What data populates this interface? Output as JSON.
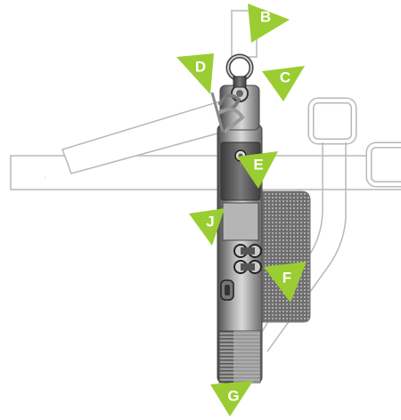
{
  "diagram": {
    "callouts": [
      {
        "id": "B",
        "label": "B"
      },
      {
        "id": "C",
        "label": "C"
      },
      {
        "id": "D",
        "label": "D"
      },
      {
        "id": "E",
        "label": "E"
      },
      {
        "id": "F",
        "label": "F"
      },
      {
        "id": "G",
        "label": "G"
      },
      {
        "id": "J",
        "label": "J"
      }
    ],
    "colors": {
      "callout_green": "#9acd32",
      "outline": "#b8b8b8",
      "body_dark": "#5a5a5a",
      "body_light": "#a8a8a8",
      "grip_pad": "#8c8c8c"
    }
  }
}
